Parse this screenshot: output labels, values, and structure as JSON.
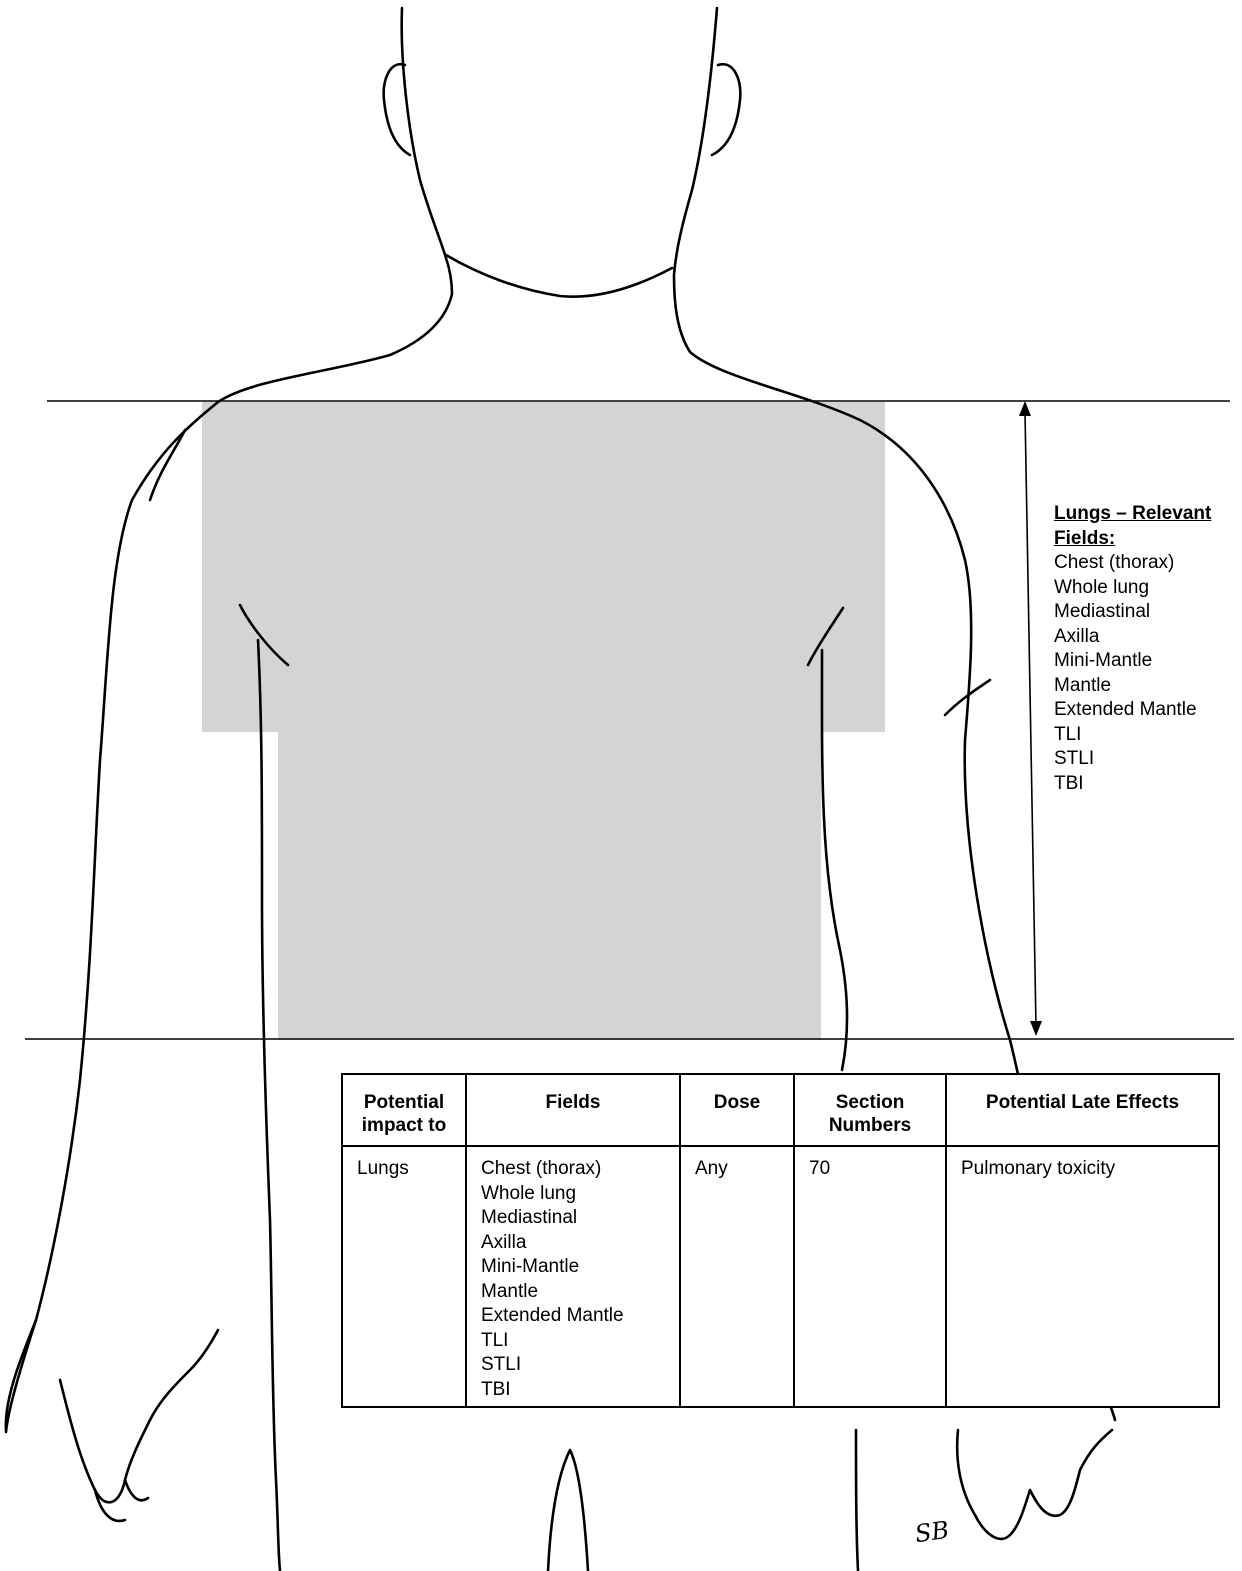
{
  "legend": {
    "title": "Lungs – Relevant\nFields:",
    "fields": [
      "Chest (thorax)",
      "Whole lung",
      "Mediastinal",
      "Axilla",
      "Mini-Mantle",
      "Mantle",
      "Extended Mantle",
      "TLI",
      "STLI",
      "TBI"
    ]
  },
  "table": {
    "headers": [
      "Potential impact to",
      "Fields",
      "Dose",
      "Section Numbers",
      "Potential Late Effects"
    ],
    "row": {
      "impact": "Lungs",
      "fields": [
        "Chest (thorax)",
        "Whole lung",
        "Mediastinal",
        "Axilla",
        "Mini-Mantle",
        "Mantle",
        "Extended Mantle",
        "TLI",
        "STLI",
        "TBI"
      ],
      "dose": "Any",
      "section": "70",
      "effects": "Pulmonary toxicity"
    }
  },
  "signature": "SB",
  "colors": {
    "field_fill": "#d4d4d4",
    "line": "#000000"
  }
}
